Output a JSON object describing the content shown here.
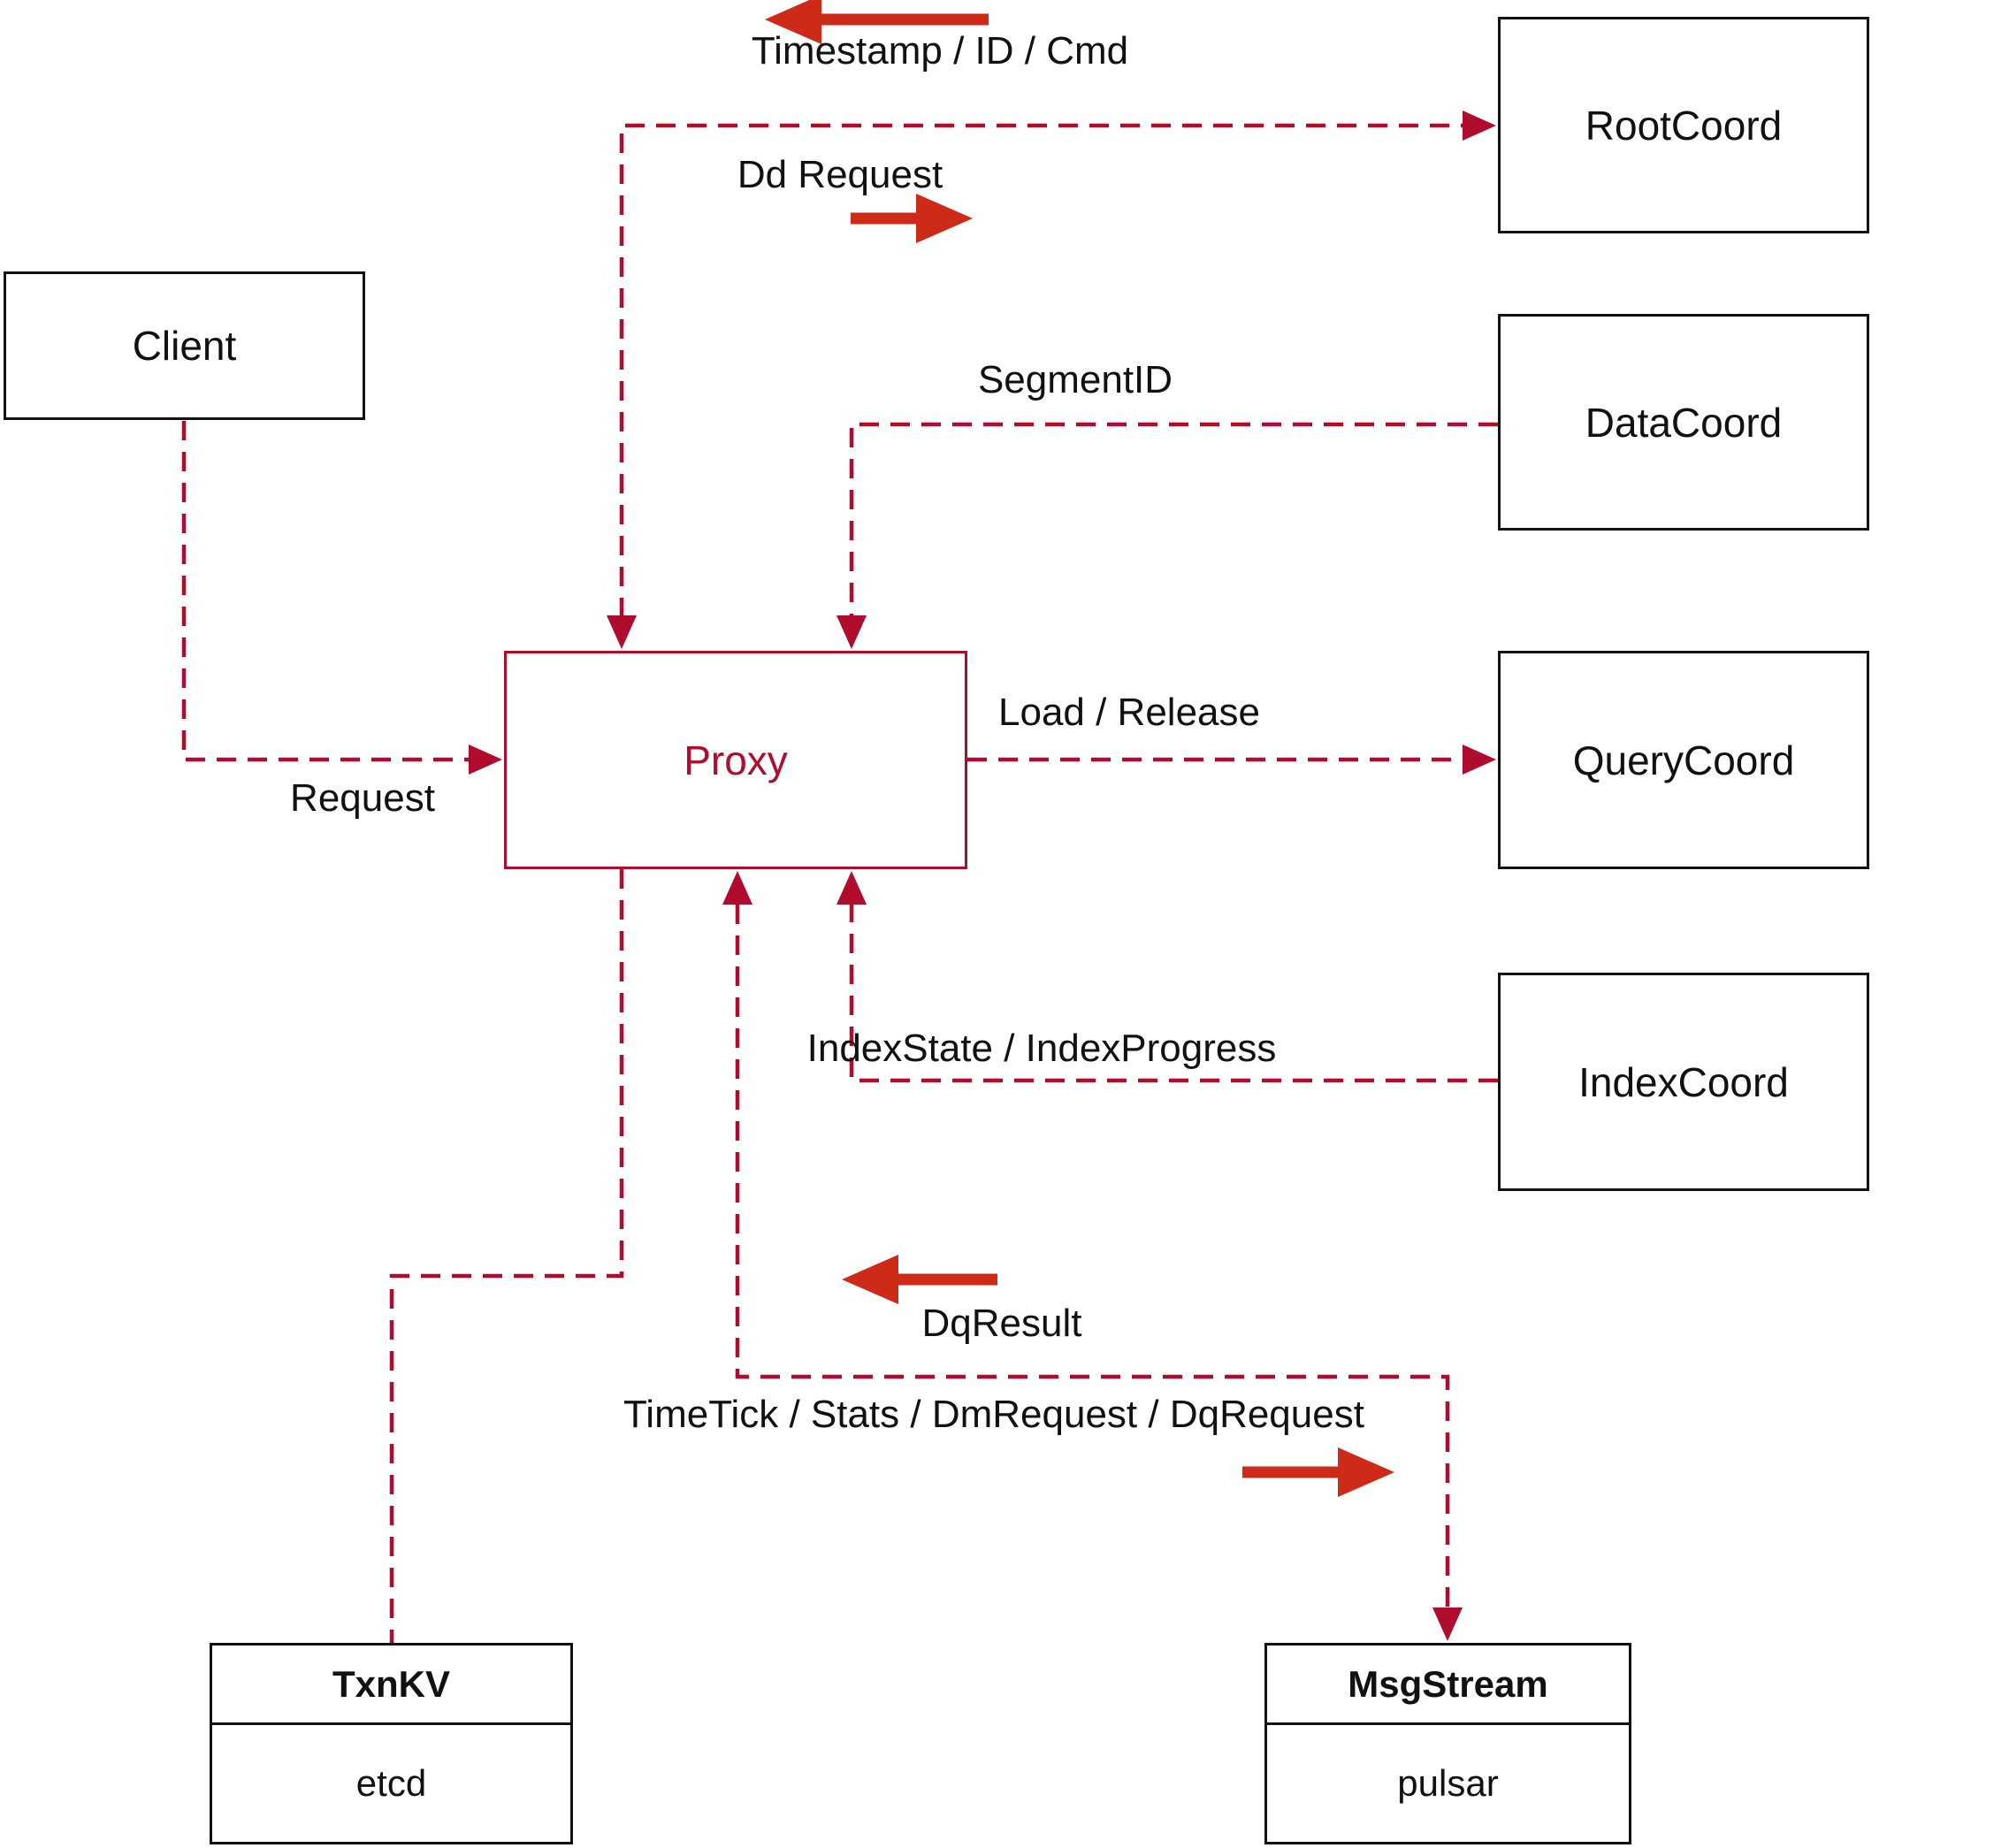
{
  "diagram": {
    "nodes": {
      "client": {
        "label": "Client"
      },
      "proxy": {
        "label": "Proxy"
      },
      "root_coord": {
        "label": "RootCoord"
      },
      "data_coord": {
        "label": "DataCoord"
      },
      "query_coord": {
        "label": "QueryCoord"
      },
      "index_coord": {
        "label": "IndexCoord"
      },
      "txn_kv": {
        "title": "TxnKV",
        "detail": "etcd"
      },
      "msg_stream": {
        "title": "MsgStream",
        "detail": "pulsar"
      }
    },
    "edge_labels": {
      "timestamp_id_cmd": "Timestamp / ID / Cmd",
      "dd_request": "Dd Request",
      "segment_id": "SegmentID",
      "load_release": "Load / Release",
      "index_state": "IndexState / IndexProgress",
      "request": "Request",
      "dq_result": "DqResult",
      "time_tick": "TimeTick / Stats / DmRequest / DqRequest"
    },
    "colors": {
      "connector": "#b00d2e",
      "solid_arrow": "#cd2a17",
      "box_border": "#111111",
      "label_text": "#111111"
    }
  }
}
